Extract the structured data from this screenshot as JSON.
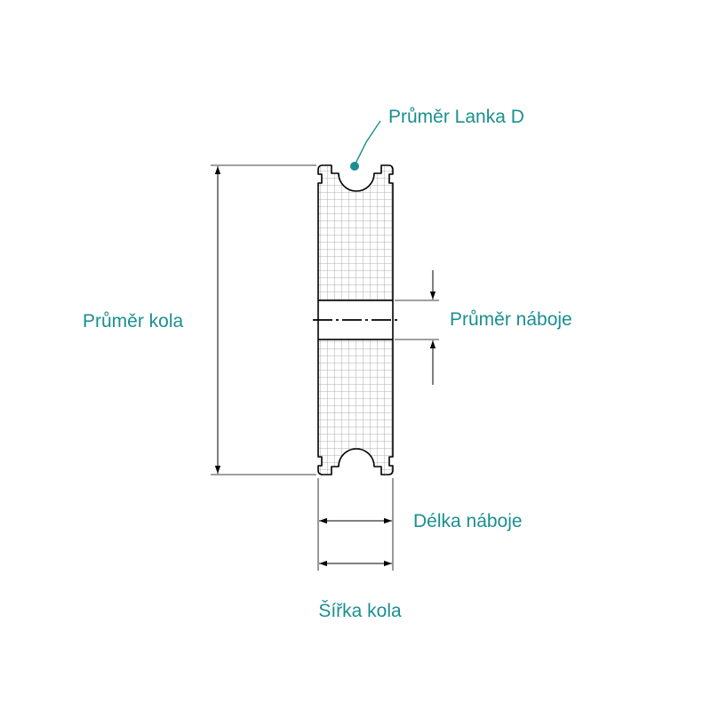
{
  "labels": {
    "rope_diameter": "Průměr Lanka D",
    "wheel_diameter": "Průměr kola",
    "hub_diameter": "Průměr náboje",
    "hub_length": "Délka náboje",
    "wheel_width": "Šířka kola"
  },
  "colors": {
    "accent": "#1b8f8f",
    "outline": "#000000",
    "dimension": "#000000",
    "hatch": "#9a9a9a"
  }
}
